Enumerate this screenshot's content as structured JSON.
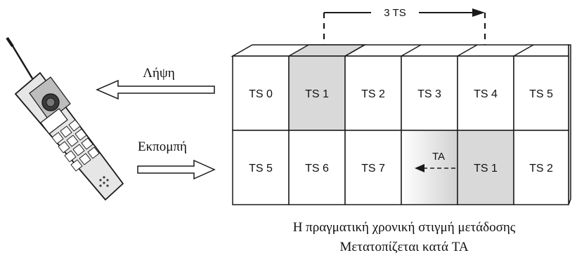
{
  "labels": {
    "receive": "Λήψη",
    "transmit": "Εκπομπή",
    "offset": "3 TS",
    "ta": "TA",
    "caption_line1": "Η πραγματική χρονική στιγμή μετάδοσης",
    "caption_line2": "Μετατοπίζεται κατά TA"
  },
  "receive_row": [
    "TS 0",
    "TS 1",
    "TS 2",
    "TS 3",
    "TS 4",
    "TS 5"
  ],
  "transmit_row": [
    "TS 5",
    "TS 6",
    "TS 7",
    "",
    "TS 1",
    "TS 2"
  ],
  "colors": {
    "highlight": "#d9d9d9",
    "line": "#1a1a1a"
  }
}
